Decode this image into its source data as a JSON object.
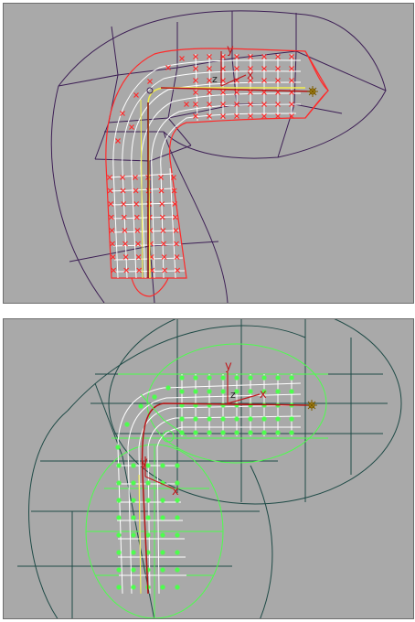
{
  "colors": {
    "background": "#a9a9a9",
    "cage_top": "#3d1f55",
    "cage_bottom": "#1e4a46",
    "lattice_red": "#ff2a2a",
    "lattice_green": "#4cff4c",
    "mesh_white": "#ffffff",
    "spine_yellow": "#f4f04a",
    "bone_red": "#b51515"
  },
  "viewports": [
    {
      "name": "top-viewport",
      "gizmo": {
        "x_label": "x",
        "y_label": "y",
        "z_label": "z"
      },
      "pivot_icon": "sun-pivot-icon"
    },
    {
      "name": "bottom-viewport",
      "gizmo": {
        "x_label": "x",
        "y_label": "y",
        "z_label": "z"
      },
      "pivot_icon": "sun-pivot-icon"
    }
  ]
}
